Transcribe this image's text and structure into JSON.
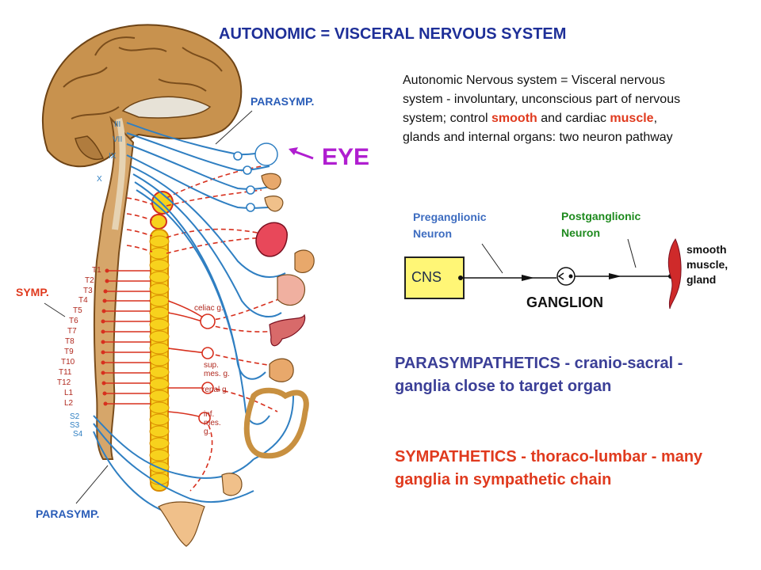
{
  "title": "AUTONOMIC = VISCERAL NERVOUS SYSTEM",
  "description": {
    "part1": "Autonomic Nervous system = Visceral nervous system - involuntary, unconscious part of nervous system; control ",
    "smooth": "smooth",
    "part2": " and cardiac ",
    "muscle": "muscle",
    "part3": ", glands and internal organs: two neuron pathway"
  },
  "labels": {
    "parasymp_top": "PARASYMP.",
    "symp": "SYMP.",
    "parasymp_bottom": "PARASYMP.",
    "eye": "EYE"
  },
  "cranial_nerves": [
    "III",
    "VII",
    "IX",
    "X"
  ],
  "spinal_segments": [
    "T1",
    "T2",
    "T3",
    "T4",
    "T5",
    "T6",
    "T7",
    "T8",
    "T9",
    "T10",
    "T11",
    "T12",
    "L1",
    "L2"
  ],
  "sacral_segments": [
    "S2",
    "S3",
    "S4"
  ],
  "ganglia": {
    "celiac": "celiac g.",
    "sup_mes": [
      "sup.",
      "mes. g."
    ],
    "renal": "renal g.",
    "inf_mes": [
      "inf.",
      "mes.",
      "g."
    ]
  },
  "pathway": {
    "preganglionic": "Preganglionic Neuron",
    "postganglionic": "Postganglionic Neuron",
    "cns": "CNS",
    "ganglion": "GANGLION",
    "effector": "smooth muscle, gland"
  },
  "parasympathetics": "PARASYMPATHETICS - cranio-sacral - ganglia close to  target organ",
  "sympathetics": "SYMPATHETICS - thoraco-lumbar - many ganglia in sympathetic chain",
  "colors": {
    "title": "#1e2f98",
    "parasympathetic": "#2f7fc2",
    "sympathetic": "#d7301e",
    "eye_label": "#b01ed0",
    "postganglionic": "#1e8a1e",
    "cns_box": "#fff676"
  }
}
